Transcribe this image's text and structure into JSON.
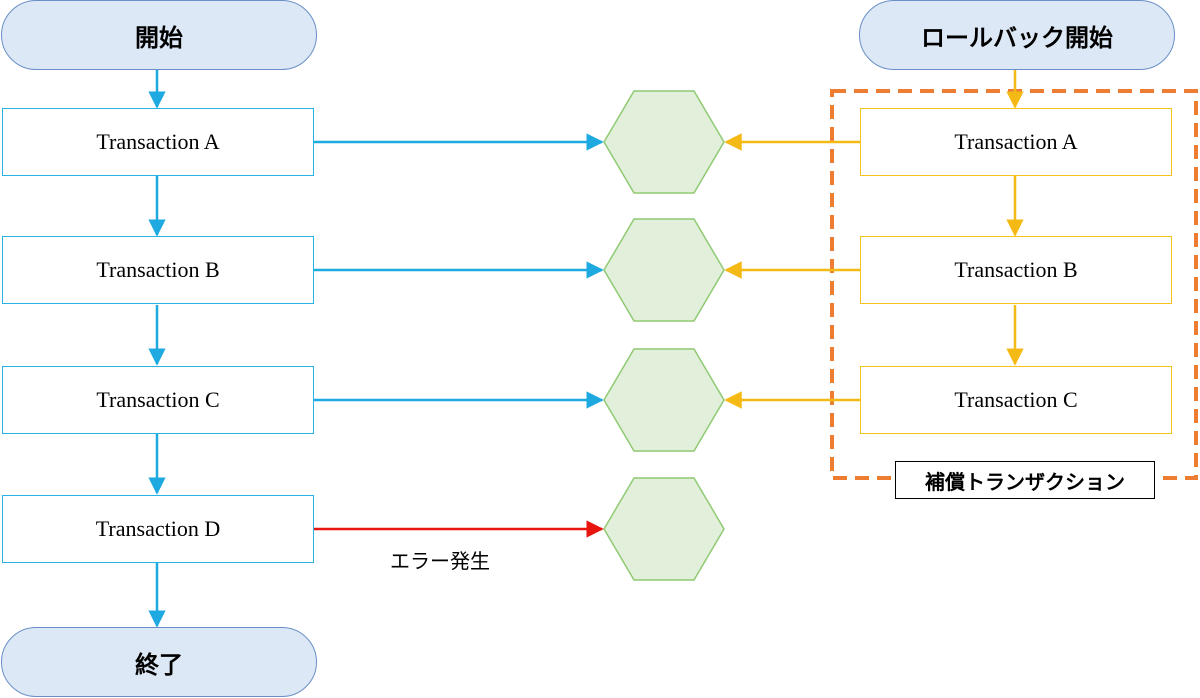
{
  "left_flow": {
    "start_label": "開始",
    "end_label": "終了",
    "transactions": [
      "Transaction A",
      "Transaction B",
      "Transaction C",
      "Transaction D"
    ]
  },
  "right_flow": {
    "start_label": "ロールバック開始",
    "transactions": [
      "Transaction A",
      "Transaction B",
      "Transaction C"
    ],
    "group_label": "補償トランザクション"
  },
  "error_label": "エラー発生",
  "colors": {
    "forward_arrow": "#1fa9e1",
    "rollback_arrow": "#f5b915",
    "error_arrow": "#e8140f",
    "group_border": "#ed7d31",
    "hexagon_fill": "#e2efda",
    "hexagon_border": "#8fca73",
    "terminal_fill": "#dce8f5",
    "terminal_border": "#6a8fc7"
  }
}
